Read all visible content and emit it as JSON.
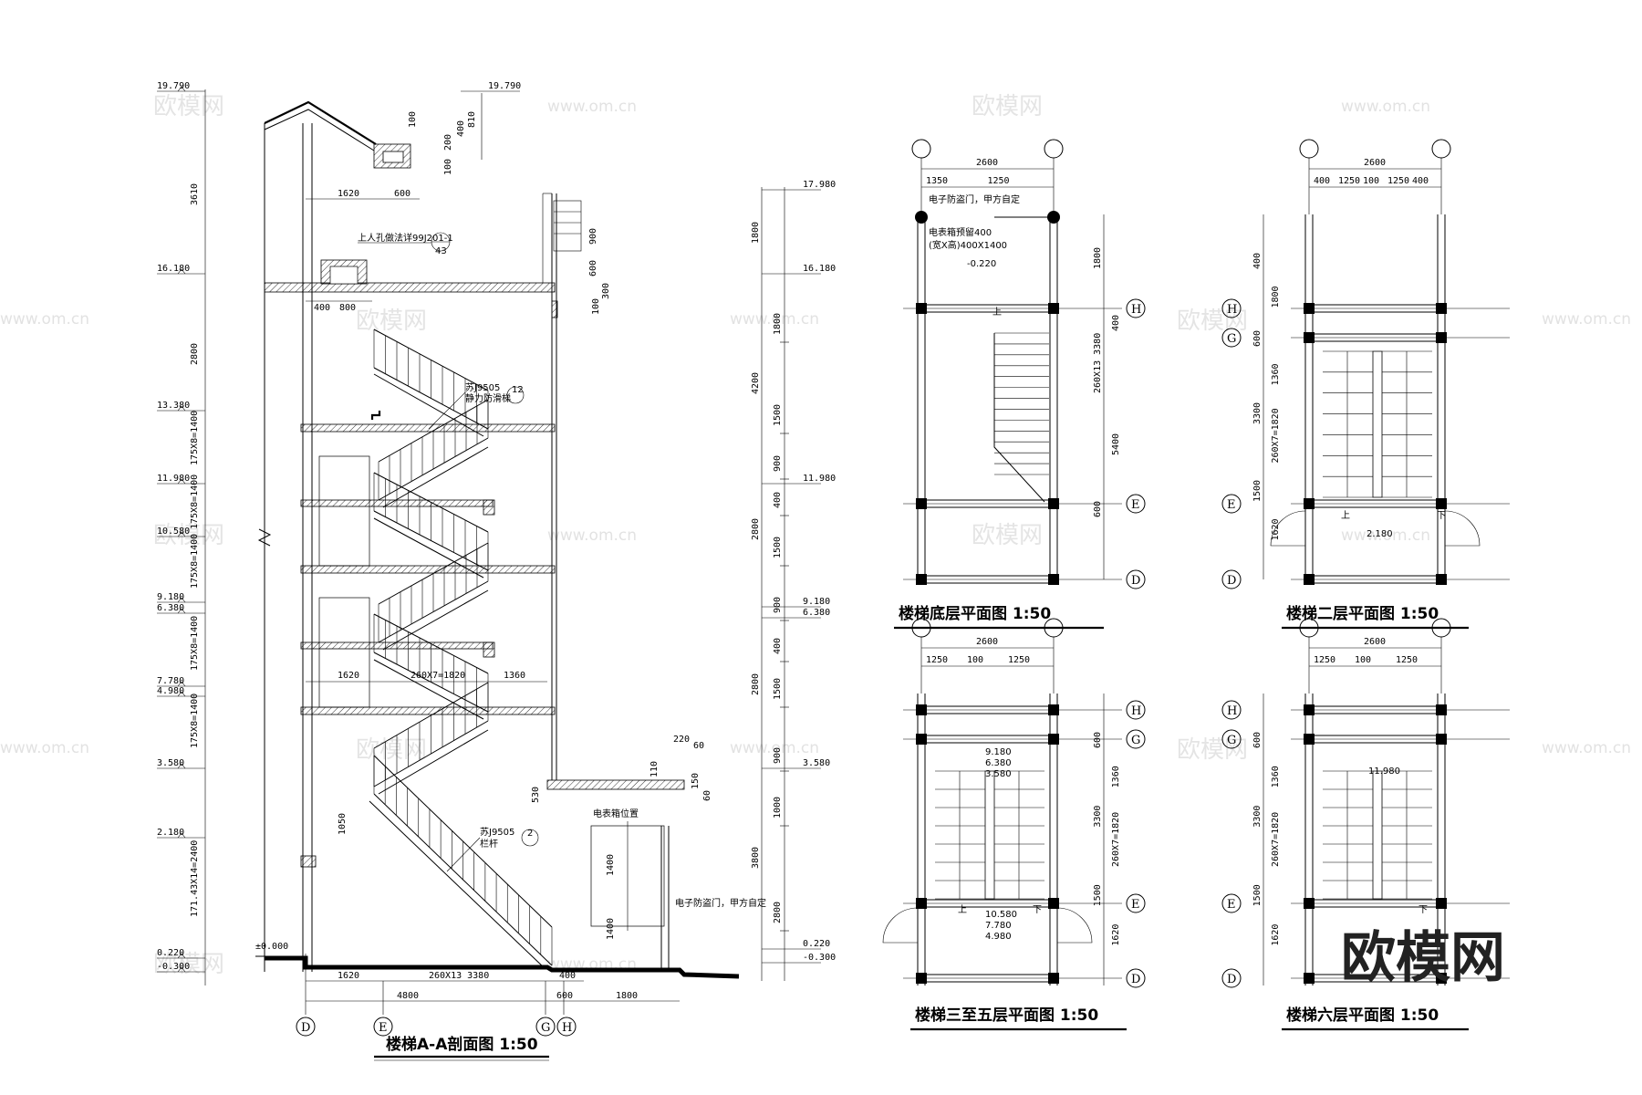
{
  "titles": {
    "section": "楼梯A-A剖面图 1:50",
    "plan_ground": "楼梯底层平面图 1:50",
    "plan_second": "楼梯二层平面图 1:50",
    "plan_3to5": "楼梯三至五层平面图 1:50",
    "plan_sixth": "楼梯六层平面图 1:50"
  },
  "watermark": {
    "brand": "欧模网",
    "url": "www.om.cn"
  },
  "logo": "欧模网",
  "section": {
    "left_elevations": [
      "19.790",
      "16.180",
      "13.380",
      "11.980",
      "10.580",
      "9.180",
      "6.380",
      "7.780",
      "4.980",
      "3.580",
      "2.180",
      "0.220",
      "-0.300"
    ],
    "right_elevations": [
      "19.790",
      "17.980",
      "16.180",
      "11.980",
      "9.180",
      "6.380",
      "3.580",
      "0.220",
      "-0.300"
    ],
    "ground_mark": "±0.000",
    "left_dims": [
      "3610",
      "2800",
      "175X8=1400",
      "175X8=1400",
      "175X8=1400",
      "175X8=1400",
      "175X8=1400",
      "171.43X14=2400"
    ],
    "right_dims_outer": [
      "1800",
      "4200",
      "2800",
      "2800",
      "3800"
    ],
    "right_dims_inner": [
      "1800",
      "1500",
      "900",
      "400",
      "1500",
      "900",
      "400",
      "1500",
      "900",
      "1000",
      "2800"
    ],
    "bottom_dims_top": [
      "1620",
      "260X13 3380",
      "400"
    ],
    "bottom_dims_bottom": [
      "4800",
      "600",
      "1800"
    ],
    "axes": [
      "D",
      "E",
      "G",
      "H"
    ],
    "notes": {
      "roof_access": "上人孔做法详99J201-1",
      "roof_access_ref": "43",
      "rail_top": "苏J9505",
      "rail_top_sub": "静力防滑梯",
      "rail_top_ref": "12",
      "rail_bottom": "苏J9505",
      "rail_bottom_sub": "栏杆",
      "rail_bottom_ref": "2",
      "meter_box": "电表箱位置",
      "door": "电子防盗门，甲方自定"
    },
    "misc_dims": [
      "1620",
      "600",
      "400",
      "800",
      "1620",
      "260X7=1820",
      "1360",
      "1050",
      "1400",
      "1400",
      "900",
      "600",
      "100",
      "300",
      "100",
      "200",
      "400",
      "100",
      "810",
      "220",
      "60",
      "110",
      "530",
      "150",
      "60"
    ]
  },
  "plans": {
    "ground": {
      "top_dims": [
        "2600",
        "1350",
        "1250"
      ],
      "right_dims": [
        "1800",
        "400",
        "260X13 3380",
        "5400",
        "600"
      ],
      "notes": [
        "电子防盗门，甲方自定",
        "电表箱预留400",
        "(宽X高)400X1400",
        "-0.220"
      ],
      "up_label": "上",
      "axes": [
        "H",
        "E",
        "D"
      ]
    },
    "second": {
      "top_dims": [
        "2600",
        "400",
        "1250",
        "100",
        "1250",
        "400"
      ],
      "left_dims": [
        "400",
        "1800",
        "600",
        "1360",
        "3300",
        "260X7=1820",
        "1500",
        "1620"
      ],
      "level": "2.180",
      "up_label": "上",
      "down_label": "下",
      "axes": [
        "H",
        "G",
        "E",
        "D"
      ]
    },
    "third_to_fifth": {
      "top_dims": [
        "2600",
        "1250",
        "100",
        "1250"
      ],
      "right_dims": [
        "600",
        "1360",
        "3300",
        "260X7=1820",
        "1500",
        "1620"
      ],
      "levels_top": [
        "9.180",
        "6.380",
        "3.580"
      ],
      "levels_bottom": [
        "10.580",
        "7.780",
        "4.980"
      ],
      "up_label": "上",
      "down_label": "下",
      "axes": [
        "H",
        "G",
        "E",
        "D"
      ]
    },
    "sixth": {
      "top_dims": [
        "2600",
        "1250",
        "100",
        "1250"
      ],
      "left_dims": [
        "600",
        "1360",
        "3300",
        "260X7=1820",
        "1500",
        "1620"
      ],
      "level": "11.980",
      "down_label": "下",
      "axes": [
        "H",
        "G",
        "E",
        "D"
      ]
    }
  }
}
